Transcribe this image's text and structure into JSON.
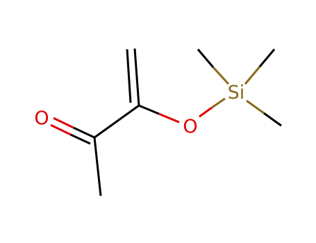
{
  "molecule": {
    "colors": {
      "bond": "#000000",
      "oxygen": "#e00000",
      "silicon": "#8a6a1a",
      "background": "#ffffff"
    },
    "atoms": {
      "carbonyl_oxygen": "O",
      "ether_oxygen": "O",
      "silicon": "Si"
    }
  }
}
